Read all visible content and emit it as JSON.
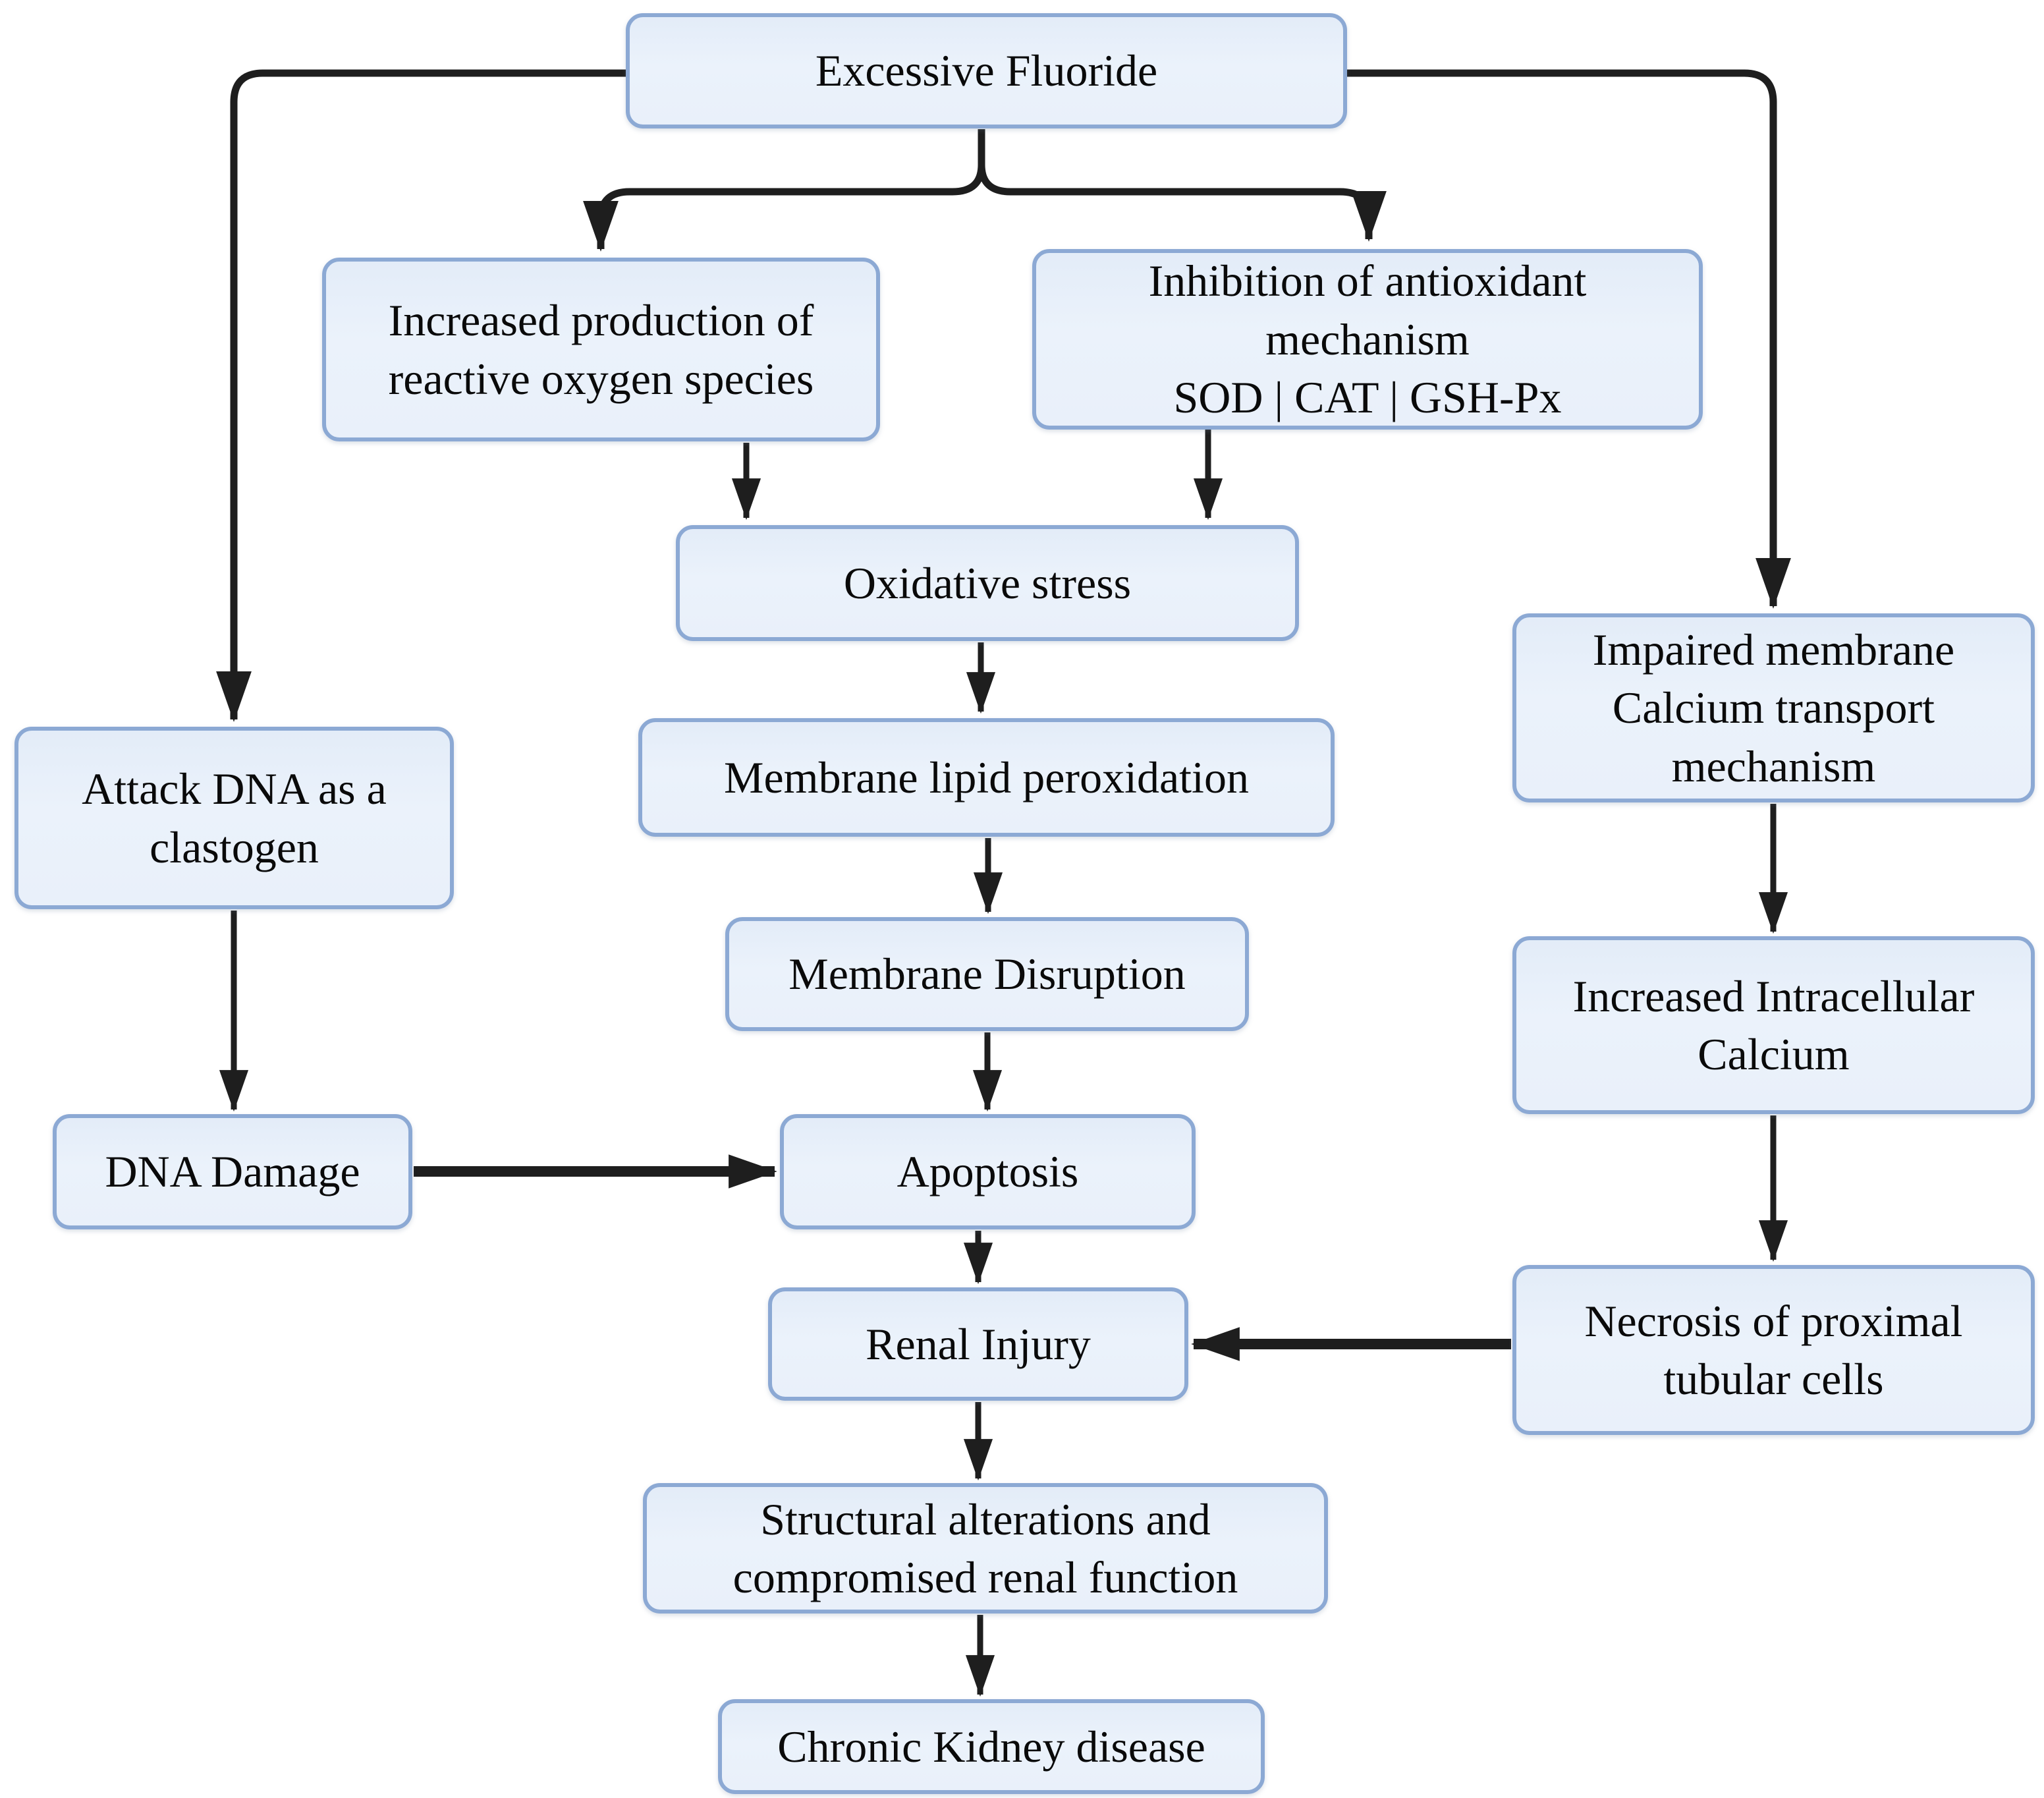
{
  "diagram": {
    "description": "Flowchart of excessive fluoride toxicity pathways leading to chronic kidney disease",
    "colors": {
      "background": "#ffffff",
      "node_fill": "#e9f0fa",
      "node_border": "#8ca9d4",
      "arrow": "#1e1e1e",
      "text": "#0a0a0a"
    },
    "nodes": [
      {
        "id": "excessive-fluoride",
        "label": "Excessive Fluoride"
      },
      {
        "id": "increased-ros",
        "label": "Increased production of\nreactive oxygen species"
      },
      {
        "id": "inhibition-antioxidant",
        "label": "Inhibition of antioxidant\nmechanism\nSOD | CAT | GSH-Px"
      },
      {
        "id": "oxidative-stress",
        "label": "Oxidative stress"
      },
      {
        "id": "impaired-membrane-calcium",
        "label": "Impaired membrane\nCalcium transport\nmechanism"
      },
      {
        "id": "attack-dna-clastogen",
        "label": "Attack DNA as a\nclastogen"
      },
      {
        "id": "membrane-lipid-peroxidation",
        "label": "Membrane lipid peroxidation"
      },
      {
        "id": "membrane-disruption",
        "label": "Membrane Disruption"
      },
      {
        "id": "increased-intracellular-calcium",
        "label": "Increased Intracellular\nCalcium"
      },
      {
        "id": "dna-damage",
        "label": "DNA Damage"
      },
      {
        "id": "apoptosis",
        "label": "Apoptosis"
      },
      {
        "id": "renal-injury",
        "label": "Renal Injury"
      },
      {
        "id": "necrosis-proximal-tubular",
        "label": "Necrosis of proximal\ntubular cells"
      },
      {
        "id": "structural-alterations",
        "label": "Structural alterations and\ncompromised renal function"
      },
      {
        "id": "chronic-kidney-disease",
        "label": "Chronic Kidney disease"
      }
    ],
    "edges": [
      {
        "from": "excessive-fluoride",
        "to": "increased-ros"
      },
      {
        "from": "excessive-fluoride",
        "to": "inhibition-antioxidant"
      },
      {
        "from": "excessive-fluoride",
        "to": "attack-dna-clastogen"
      },
      {
        "from": "excessive-fluoride",
        "to": "impaired-membrane-calcium"
      },
      {
        "from": "increased-ros",
        "to": "oxidative-stress"
      },
      {
        "from": "inhibition-antioxidant",
        "to": "oxidative-stress"
      },
      {
        "from": "oxidative-stress",
        "to": "membrane-lipid-peroxidation"
      },
      {
        "from": "membrane-lipid-peroxidation",
        "to": "membrane-disruption"
      },
      {
        "from": "membrane-disruption",
        "to": "apoptosis"
      },
      {
        "from": "attack-dna-clastogen",
        "to": "dna-damage"
      },
      {
        "from": "dna-damage",
        "to": "apoptosis"
      },
      {
        "from": "apoptosis",
        "to": "renal-injury"
      },
      {
        "from": "impaired-membrane-calcium",
        "to": "increased-intracellular-calcium"
      },
      {
        "from": "increased-intracellular-calcium",
        "to": "necrosis-proximal-tubular"
      },
      {
        "from": "necrosis-proximal-tubular",
        "to": "renal-injury"
      },
      {
        "from": "renal-injury",
        "to": "structural-alterations"
      },
      {
        "from": "structural-alterations",
        "to": "chronic-kidney-disease"
      }
    ]
  }
}
